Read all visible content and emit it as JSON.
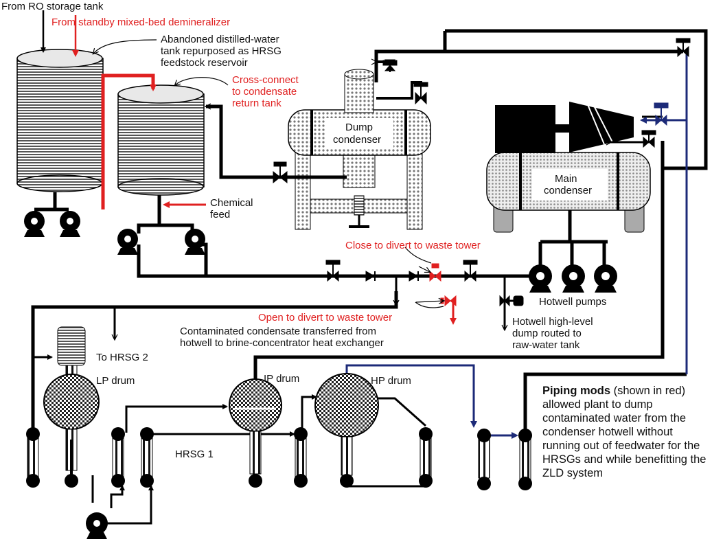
{
  "colors": {
    "black": "#000000",
    "red": "#e02020",
    "navy": "#1c2a78",
    "hatch": "#555555"
  },
  "labels": {
    "from_ro": "From RO storage tank",
    "from_standby": "From standby mixed-bed demineralizer",
    "abandoned": [
      "Abandoned distilled-water",
      "tank repurposed as HRSG",
      "feedstock reservoir"
    ],
    "cross_connect": [
      "Cross-connect",
      "to condensate",
      "return tank"
    ],
    "dump_condenser": [
      "Dump",
      "condenser"
    ],
    "main_condenser": [
      "Main",
      "condenser"
    ],
    "chemical_feed": [
      "Chemical",
      "feed"
    ],
    "close_divert": "Close to divert to waste tower",
    "open_divert": "Open to divert to waste tower",
    "hotwell_pumps": "Hotwell pumps",
    "contaminated": [
      "Contaminated condensate transferred from",
      "hotwell to brine-concentrator heat exchanger"
    ],
    "hotwell_dump": [
      "Hotwell high-level",
      "dump routed to",
      "raw-water tank"
    ],
    "to_hrsg2": "To HRSG 2",
    "lp_drum": "LP drum",
    "ip_drum": "IP drum",
    "hp_drum": "HP drum",
    "hrsg1": "HRSG 1"
  },
  "caption": {
    "bold": "Piping mods",
    "rest": " (shown in red) allowed plant to dump contaminated water from the condenser hotwell without running out of feedwater for the HRSGs and while benefitting the ZLD system"
  }
}
